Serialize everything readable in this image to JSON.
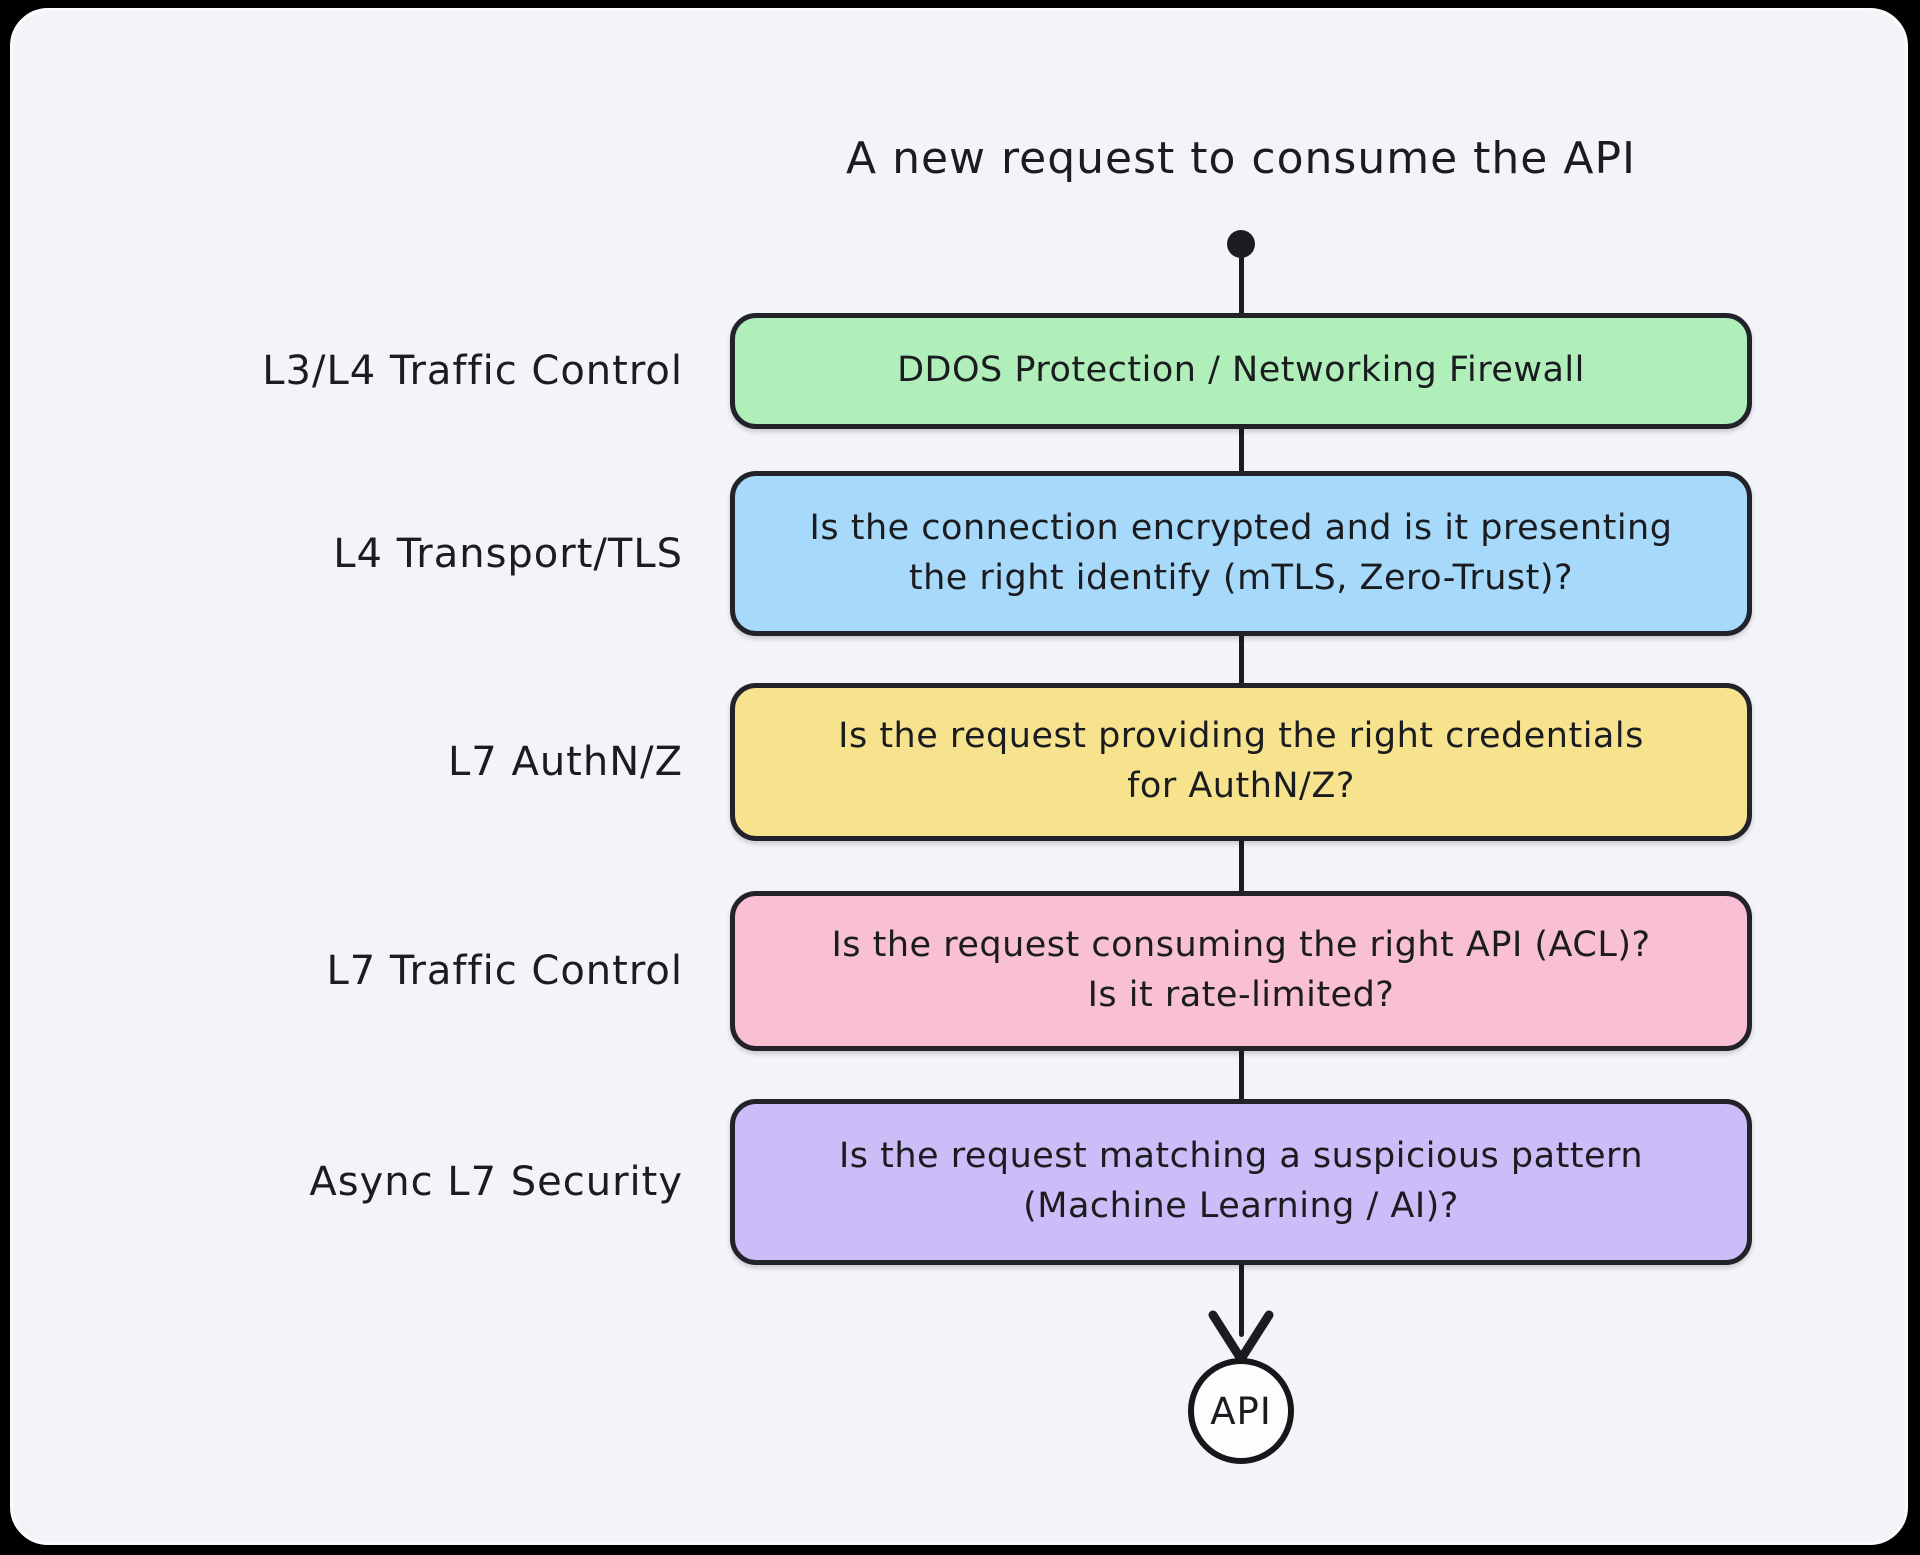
{
  "title": "A new request to consume the API",
  "layers": [
    {
      "label": "L3/L4 Traffic Control",
      "text": "DDOS Protection / Networking Firewall",
      "color": "#b0efba"
    },
    {
      "label": "L4 Transport/TLS",
      "text": "Is the connection encrypted and is it presenting\nthe right identify (mTLS, Zero-Trust)?",
      "color": "#a7d9fa"
    },
    {
      "label": "L7 AuthN/Z",
      "text": "Is the request providing the right credentials\nfor AuthN/Z?",
      "color": "#f7e38e"
    },
    {
      "label": "L7 Traffic Control",
      "text": "Is the request consuming the right API (ACL)?\nIs it rate-limited?",
      "color": "#f9c0d3"
    },
    {
      "label": "Async L7 Security",
      "text": "Is the request matching a suspicious pattern\n(Machine Learning / AI)?",
      "color": "#ccbcf7"
    }
  ],
  "terminal": {
    "label": "API"
  },
  "colors": {
    "canvas_background": "#f3f4f8",
    "outer_background": "#000000",
    "stroke": "#1b1c20"
  }
}
